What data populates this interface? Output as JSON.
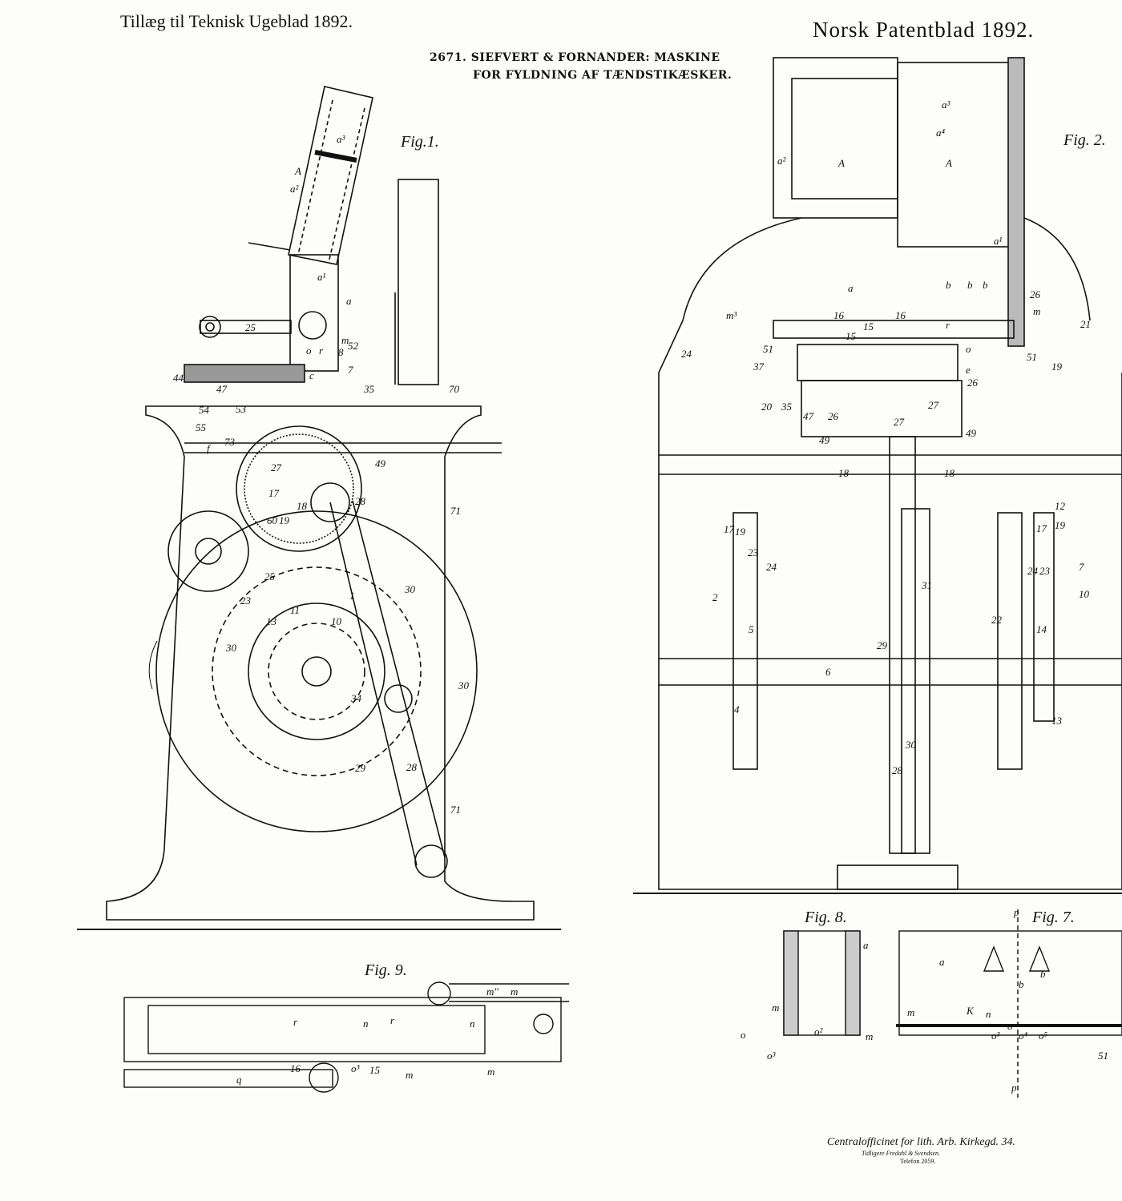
{
  "header": {
    "left": "Tillæg til Teknisk Ugeblad 1892.",
    "right": "Norsk Patentblad 1892."
  },
  "title": {
    "line1": "2671. SIEFVERT & FORNANDER: MASKINE",
    "line2": "FOR FYLDNING AF TÆNDSTIKÆSKER."
  },
  "figures": {
    "fig1": "Fig.1.",
    "fig2": "Fig. 2.",
    "fig7": "Fig. 7.",
    "fig8": "Fig. 8.",
    "fig9": "Fig. 9."
  },
  "imprint": {
    "line1": "Centralofficinet for lith. Arb. Kirkegd. 34.",
    "line2": "Tidligere Fredahl & Svendsen.",
    "line3": "Telefon 2059."
  },
  "labels": {
    "fig1": [
      "a³",
      "A",
      "a²",
      "a¹",
      "a",
      "25",
      "m",
      "o",
      "r",
      "8",
      "52",
      "c",
      "7",
      "35",
      "70",
      "44",
      "47",
      "54",
      "55",
      "53",
      "f",
      "73",
      "27",
      "17",
      "18",
      "60",
      "19",
      "28",
      "49",
      "71",
      "25",
      "23",
      "13",
      "11",
      "10",
      "1",
      "30",
      "30",
      "29",
      "34",
      "30",
      "28",
      "71"
    ],
    "fig2": [
      "a³",
      "a⁴",
      "a²",
      "A",
      "A",
      "a¹",
      "a",
      "b",
      "b",
      "b",
      "26",
      "m³",
      "m",
      "16",
      "16",
      "15",
      "15",
      "r",
      "o",
      "21",
      "24",
      "51",
      "51",
      "37",
      "20",
      "35",
      "47",
      "26",
      "49",
      "27",
      "27",
      "26",
      "49",
      "18",
      "18",
      "e",
      "19",
      "17",
      "19",
      "12",
      "24",
      "23",
      "2",
      "5",
      "6",
      "29",
      "31",
      "30",
      "28",
      "22",
      "14",
      "13",
      "4",
      "17",
      "19",
      "24",
      "23",
      "7",
      "10"
    ],
    "fig7": [
      "a",
      "b",
      "b",
      "m",
      "K",
      "n",
      "o",
      "o³",
      "o⁴",
      "o⁵",
      "51",
      "p",
      "p"
    ],
    "fig8": [
      "a",
      "m",
      "m",
      "o",
      "o²",
      "o³"
    ],
    "fig9": [
      "m''",
      "m",
      "m",
      "m",
      "n",
      "n",
      "r",
      "r",
      "16",
      "q",
      "o³",
      "15"
    ]
  }
}
